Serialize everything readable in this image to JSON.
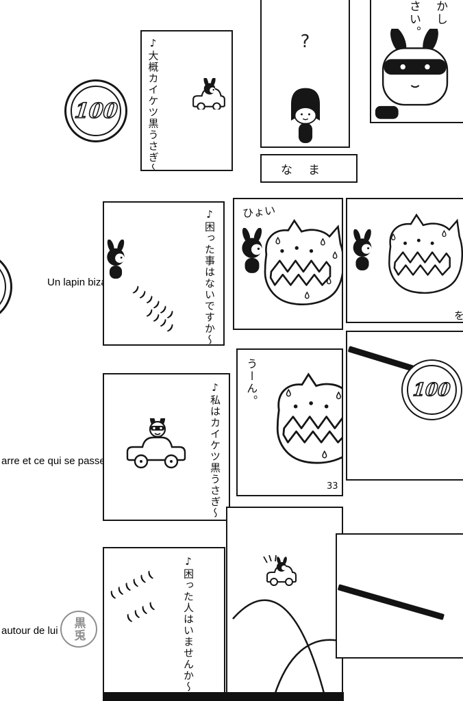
{
  "page": {
    "background": "#ffffff",
    "ink_color": "#1a1a1a",
    "page_number": "33"
  },
  "captions": {
    "line1": "Un lapin biza",
    "line2": "arre et ce qui se passe",
    "line3": "autour de lui"
  },
  "coin": {
    "value": "100"
  },
  "stamp": {
    "text": "黒兎"
  },
  "panels": {
    "song1": {
      "lyric": "♪大概カイケツ黒うさぎ〜"
    },
    "question": {
      "mark": "?"
    },
    "top_right": {
      "col_right": "かし",
      "col_left": "さい。"
    },
    "strip": {
      "char_left": "な",
      "char_right": "ま"
    },
    "song2": {
      "lyric": "♪困った事はないですか〜",
      "motion_a": "))))))",
      "motion_b": "))))"
    },
    "hyoi": {
      "sfx": "ひょい"
    },
    "song3": {
      "lyric": "♪私はカイケツ黒うさぎ〜"
    },
    "thinking": {
      "sfx": "うーん。"
    },
    "song4": {
      "lyric": "♪困った人はいませんか〜",
      "motion_a": "((((((",
      "motion_b": "(((("
    },
    "edge_fragment": "を"
  }
}
